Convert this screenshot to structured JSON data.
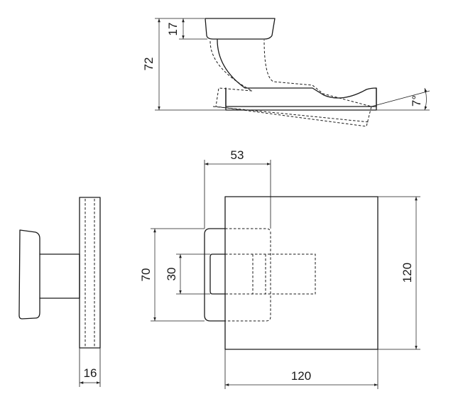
{
  "dimensions": {
    "cup_height": "17",
    "total_height": "72",
    "tilt_angle": "7°",
    "hook_width": "53",
    "base_height": "70",
    "stem_height": "30",
    "plate_height": "120",
    "plate_width": "120",
    "plate_thickness": "16"
  },
  "colors": {
    "line": "#1a1a1a",
    "background": "#ffffff"
  }
}
